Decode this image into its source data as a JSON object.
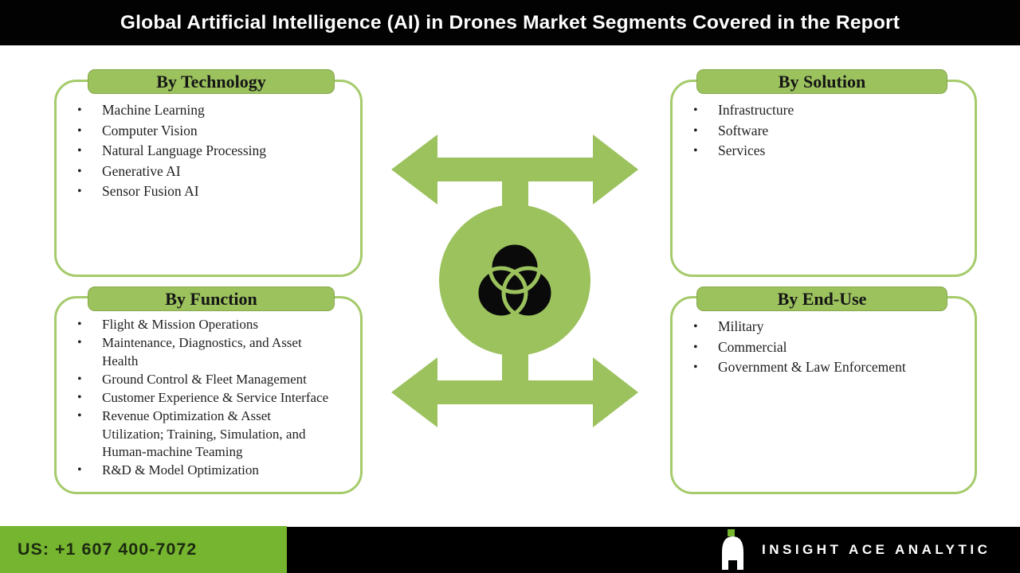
{
  "header": {
    "title": "Global Artificial Intelligence (AI) in Drones Market Segments Covered in the Report"
  },
  "boxes": [
    {
      "title": "By Technology",
      "items": [
        "Machine Learning",
        "Computer Vision",
        "Natural Language Processing",
        "Generative AI",
        "Sensor Fusion AI"
      ]
    },
    {
      "title": "By Solution",
      "items": [
        "Infrastructure",
        "Software",
        "Services"
      ]
    },
    {
      "title": "By Function",
      "items": [
        "Flight & Mission Operations",
        "Maintenance, Diagnostics, and Asset Health",
        "Ground Control & Fleet Management",
        "Customer Experience & Service Interface",
        "Revenue Optimization & Asset Utilization; Training, Simulation, and Human-machine Teaming",
        "R&D & Model Optimization"
      ]
    },
    {
      "title": "By End-Use",
      "items": [
        "Military",
        "Commercial",
        "Government & Law Enforcement"
      ]
    }
  ],
  "footer": {
    "phone": "US: +1 607 400-7072",
    "brand": "INSIGHT ACE ANALYTIC"
  },
  "colors": {
    "green": "#9CC25E",
    "green_border": "#A5CB6B",
    "bright_green": "#75B52F",
    "bar_black": "#000000",
    "text_dark": "#1F1F1F",
    "white": "#FFFFFF"
  }
}
